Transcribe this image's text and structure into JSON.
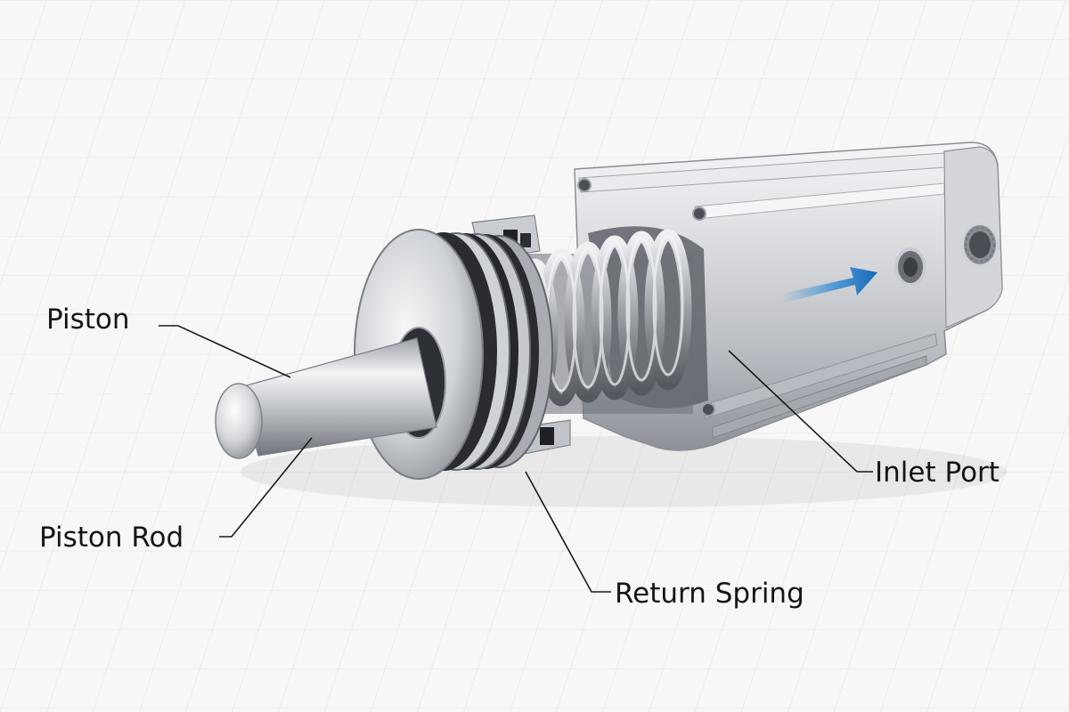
{
  "labels": {
    "piston": "Piston",
    "piston_rod": "Piston Rod",
    "return_spring": "Return Spring",
    "inlet_port": "Inlet Port"
  },
  "colors": {
    "background": "#f7f7f8",
    "grid_line": "#e3e3e6",
    "metal_light": "#f2f3f5",
    "metal_mid": "#c3c6cb",
    "metal_dark": "#7d8187",
    "seal_dark": "#202224",
    "flow_arrow": "#1e7fd0",
    "leader_line": "#1a1a1a",
    "label_text": "#161616"
  },
  "icons": {
    "flow_direction": "flow-arrow-icon"
  }
}
